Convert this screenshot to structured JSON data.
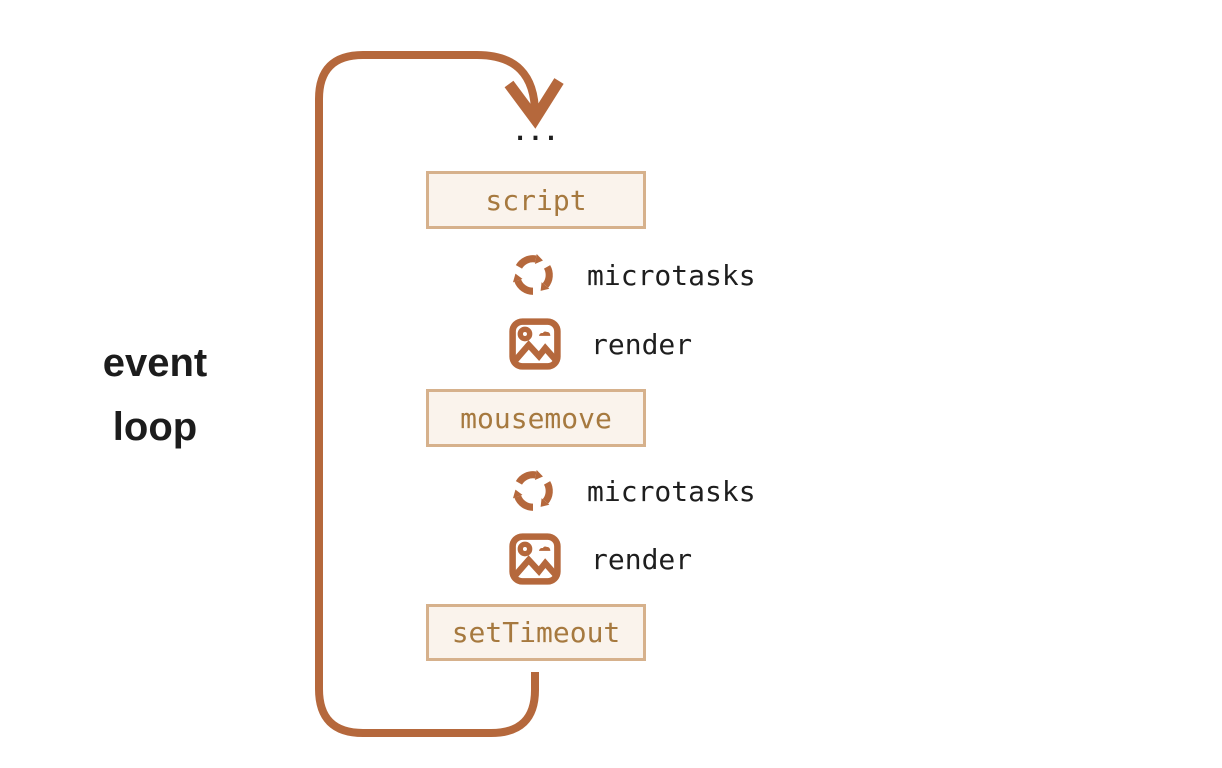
{
  "title": {
    "label": "event loop"
  },
  "colors": {
    "accent": "#b5683c",
    "box-border": "#d6b18c",
    "box-bg": "#faf3ec",
    "box-text": "#a6793f",
    "label-text": "#1e1e1e",
    "background": "#ffffff"
  },
  "diagram": {
    "ellipsis": "...",
    "steps": [
      {
        "type": "task-box",
        "label": "script"
      },
      {
        "type": "icon-row",
        "icon": "cycle-icon",
        "label": "microtasks"
      },
      {
        "type": "icon-row",
        "icon": "image-icon",
        "label": "render"
      },
      {
        "type": "task-box",
        "label": "mousemove"
      },
      {
        "type": "icon-row",
        "icon": "cycle-icon",
        "label": "microtasks"
      },
      {
        "type": "icon-row",
        "icon": "image-icon",
        "label": "render"
      },
      {
        "type": "task-box",
        "label": "setTimeout"
      }
    ]
  }
}
